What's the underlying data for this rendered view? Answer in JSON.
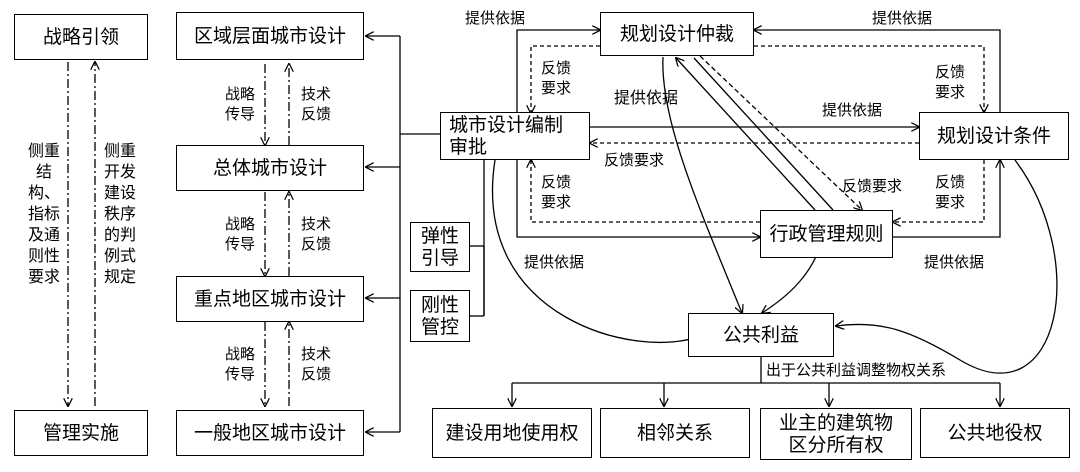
{
  "left_column": {
    "top": "战略引领",
    "bottom": "管理实施",
    "left_note": "侧重\n结构、\n指标\n及通\n则性\n要求",
    "right_note": "侧重\n开发\n建设\n秩序\n的判\n例式\n规定"
  },
  "levels": [
    "区域层面城市设计",
    "总体城市设计",
    "重点地区城市设计",
    "一般地区城市设计"
  ],
  "level_links": {
    "down": "战略\n传导",
    "up": "技术\n反馈"
  },
  "modes": {
    "flexible": "弹性\n引导",
    "rigid": "刚性\n管控"
  },
  "core": {
    "approval": "城市设计编制\n审批",
    "arbitration": "规划设计仲裁",
    "conditions": "规划设计条件",
    "admin_rules": "行政管理规则",
    "public_interest": "公共利益"
  },
  "relation_labels": {
    "basis": "提供依据",
    "feedback": "反馈要求",
    "feedback_stacked": "反馈\n要求",
    "adjust": "出于公共利益调整物权关系"
  },
  "rights": [
    "建设用地使用权",
    "相邻关系",
    "业主的建筑物\n区分所有权",
    "公共地役权"
  ]
}
